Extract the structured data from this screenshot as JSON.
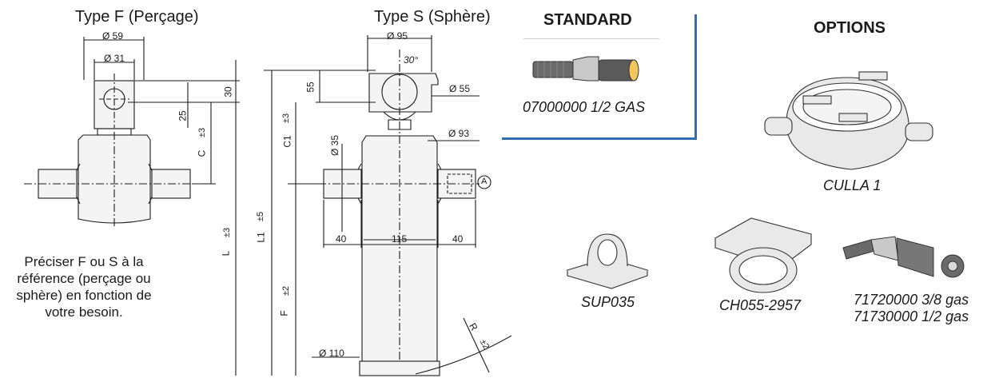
{
  "type_f": {
    "title": "Type F (Perçage)",
    "dims": {
      "d59": "Ø 59",
      "d31": "Ø 31",
      "h30": "30",
      "h25": "25",
      "c": "C",
      "c_tol": "±3",
      "l": "L",
      "l_tol": "±3"
    }
  },
  "type_s": {
    "title": "Type S (Sphère)",
    "dims": {
      "d95": "Ø 95",
      "angle": "30°",
      "d55": "Ø 55",
      "h55": "55",
      "c1": "C1",
      "c1_tol": "±3",
      "d93": "Ø 93",
      "d35": "Ø 35",
      "l1": "L1",
      "l1_tol": "±5",
      "f": "F",
      "f_tol": "±2",
      "w40a": "40",
      "w115": "115",
      "w40b": "40",
      "d110": "Ø 110",
      "r": "R",
      "r_tol": "±2",
      "callout": "A"
    }
  },
  "note": "Préciser F ou S à la référence (perçage ou sphère) en fonction de votre besoin.",
  "standard": {
    "title": "STANDARD",
    "caption": "07000000 1/2 GAS"
  },
  "options": {
    "title": "OPTIONS",
    "items": [
      {
        "caption": "CULLA 1"
      },
      {
        "caption": "SUP035"
      },
      {
        "caption": "CH055-2957"
      },
      {
        "caption": "71720000 3/8 gas",
        "caption2": "71730000 1/2 gas"
      }
    ]
  },
  "colors": {
    "accent_line": "#2e6fb4",
    "ink": "#1a1a1a",
    "part_fill": "#e9e9e9"
  }
}
